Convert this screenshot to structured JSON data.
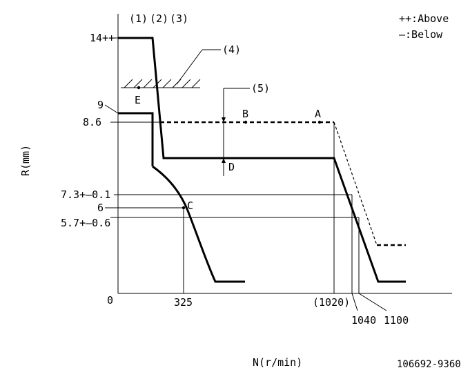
{
  "legend": {
    "above": "++:Above",
    "below": "—:Below"
  },
  "markers": {
    "m1": "(1)",
    "m2": "(2)",
    "m3": "(3)",
    "m4": "(4)",
    "m5": "(5)"
  },
  "y_ticks": {
    "t14": "14++",
    "t9": "9",
    "t86": "8.6",
    "t73": "7.3+–0.1",
    "t6": "6",
    "t57": "5.7+–0.6",
    "t0": "0"
  },
  "x_ticks": {
    "t325": "325",
    "t1020": "(1020)",
    "t1040": "1040",
    "t1100": "1100"
  },
  "points": {
    "A": "A",
    "B": "B",
    "C": "C",
    "D": "D",
    "E": "E"
  },
  "axes": {
    "ylabel": "R(mm)",
    "xlabel": "N(r/min)"
  },
  "part_number": "106692-9360"
}
